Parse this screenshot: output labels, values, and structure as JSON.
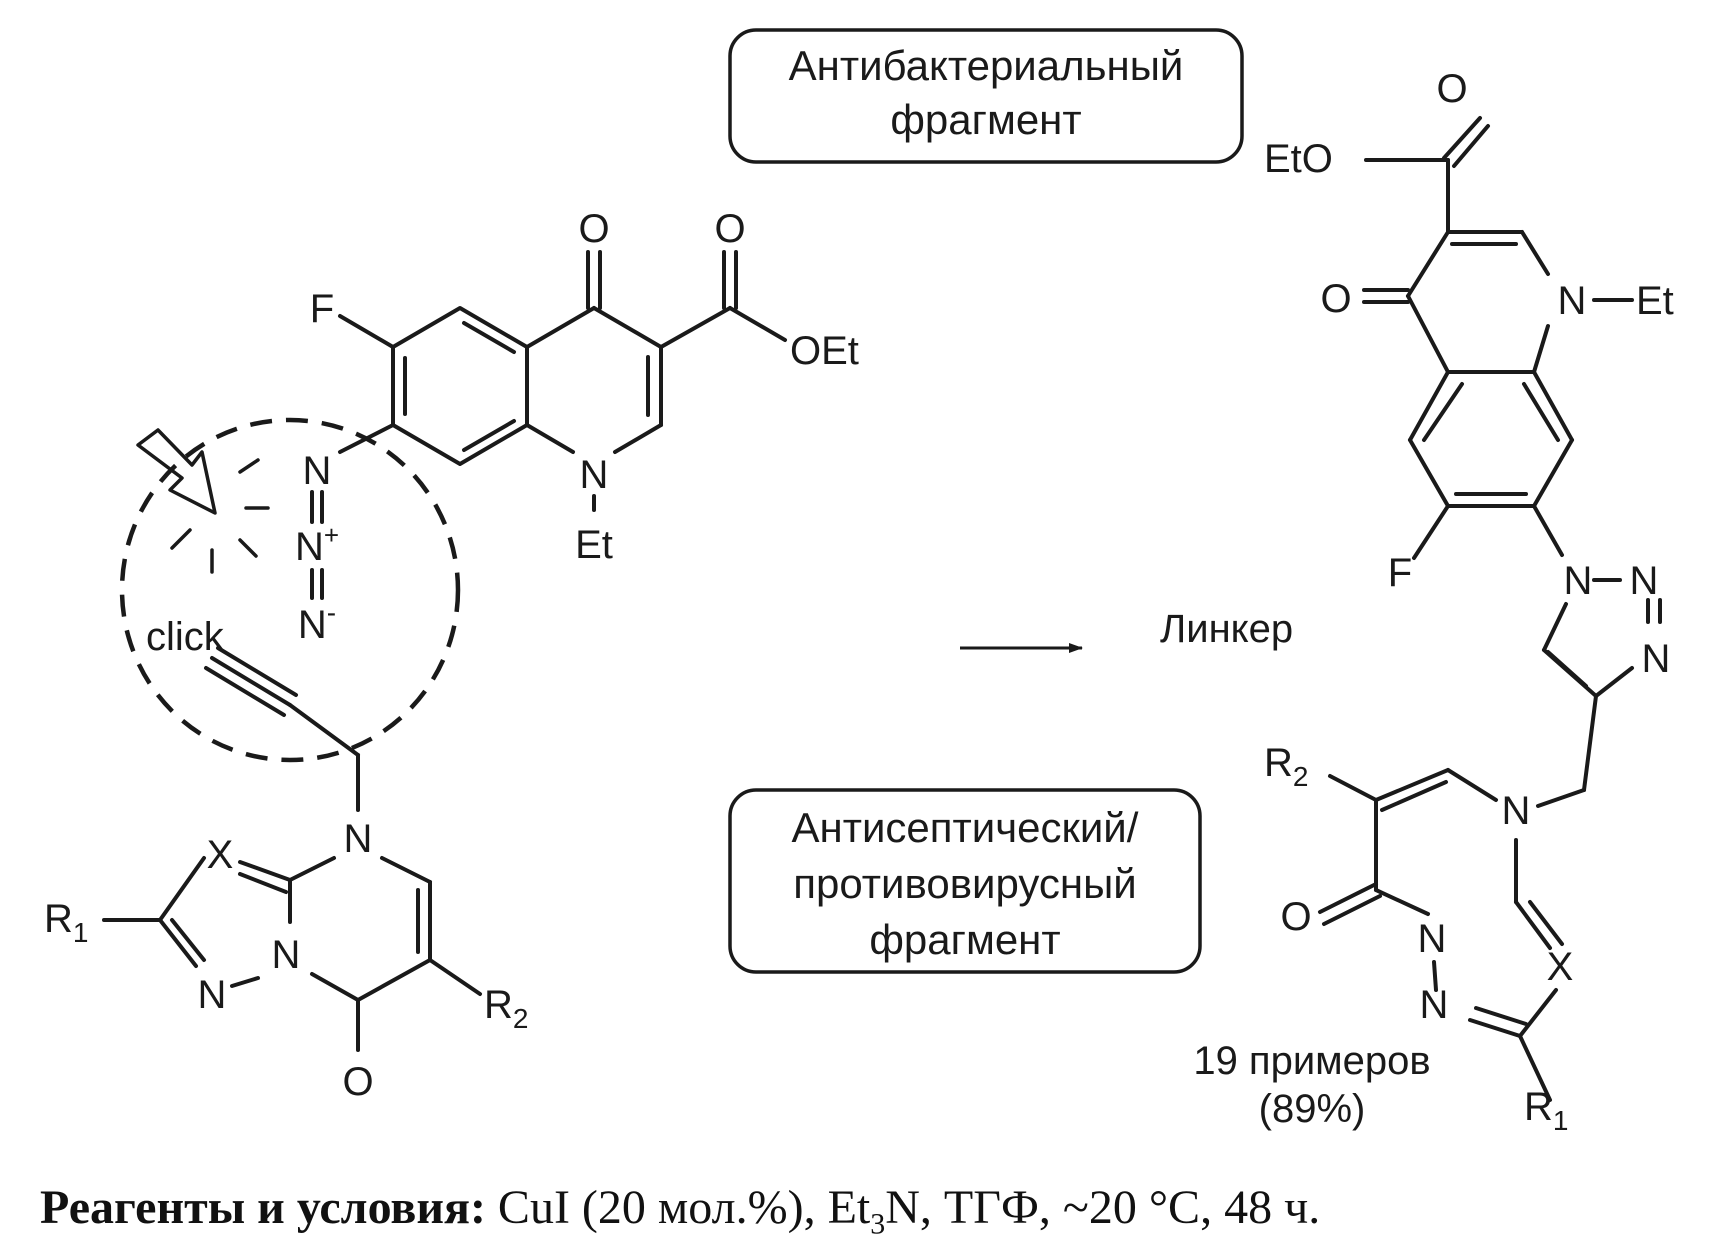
{
  "boxes": {
    "antibacterial": [
      "Антибактериальный",
      "фрагмент"
    ],
    "antiseptic": [
      "Антисептический/",
      "противовирусный",
      "фрагмент"
    ]
  },
  "labels": {
    "click": "click",
    "linker": "Линкер",
    "examples": "19 примеров",
    "yield": "(89%)"
  },
  "conditions": {
    "title": "Реагенты и условия:",
    "catalyst": "CuI (20 мол.%), Et",
    "sub3": "3",
    "rest": "N, ТГФ, ~20 °C, 48 ч."
  }
}
